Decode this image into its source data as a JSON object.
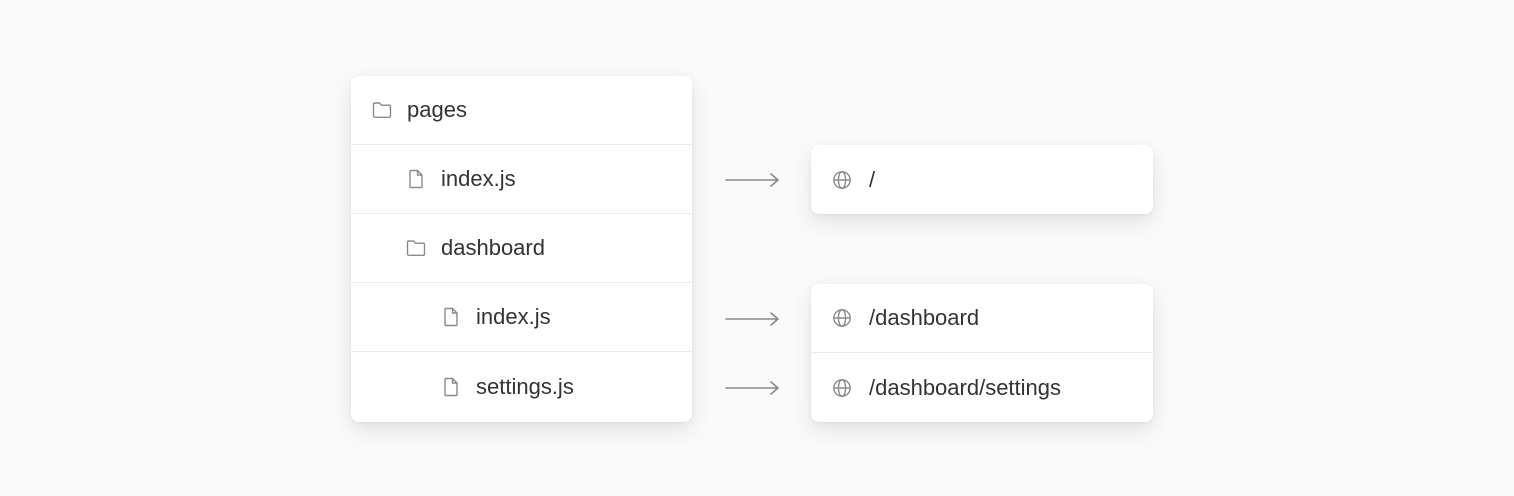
{
  "tree": {
    "items": [
      {
        "label": "pages",
        "icon": "folder-icon",
        "level": 0
      },
      {
        "label": "index.js",
        "icon": "file-icon",
        "level": 1
      },
      {
        "label": "dashboard",
        "icon": "folder-icon",
        "level": 1
      },
      {
        "label": "index.js",
        "icon": "file-icon",
        "level": 2
      },
      {
        "label": "settings.js",
        "icon": "file-icon",
        "level": 2
      }
    ]
  },
  "routes": {
    "root": {
      "label": "/",
      "icon": "globe-icon"
    },
    "dashboard": {
      "label": "/dashboard",
      "icon": "globe-icon"
    },
    "settings": {
      "label": "/dashboard/settings",
      "icon": "globe-icon"
    }
  },
  "colors": {
    "background": "#fafafa",
    "card": "#ffffff",
    "text": "#333333",
    "icon": "#8a8a8a",
    "arrow": "#8a8a8a",
    "divider": "#ececec"
  }
}
